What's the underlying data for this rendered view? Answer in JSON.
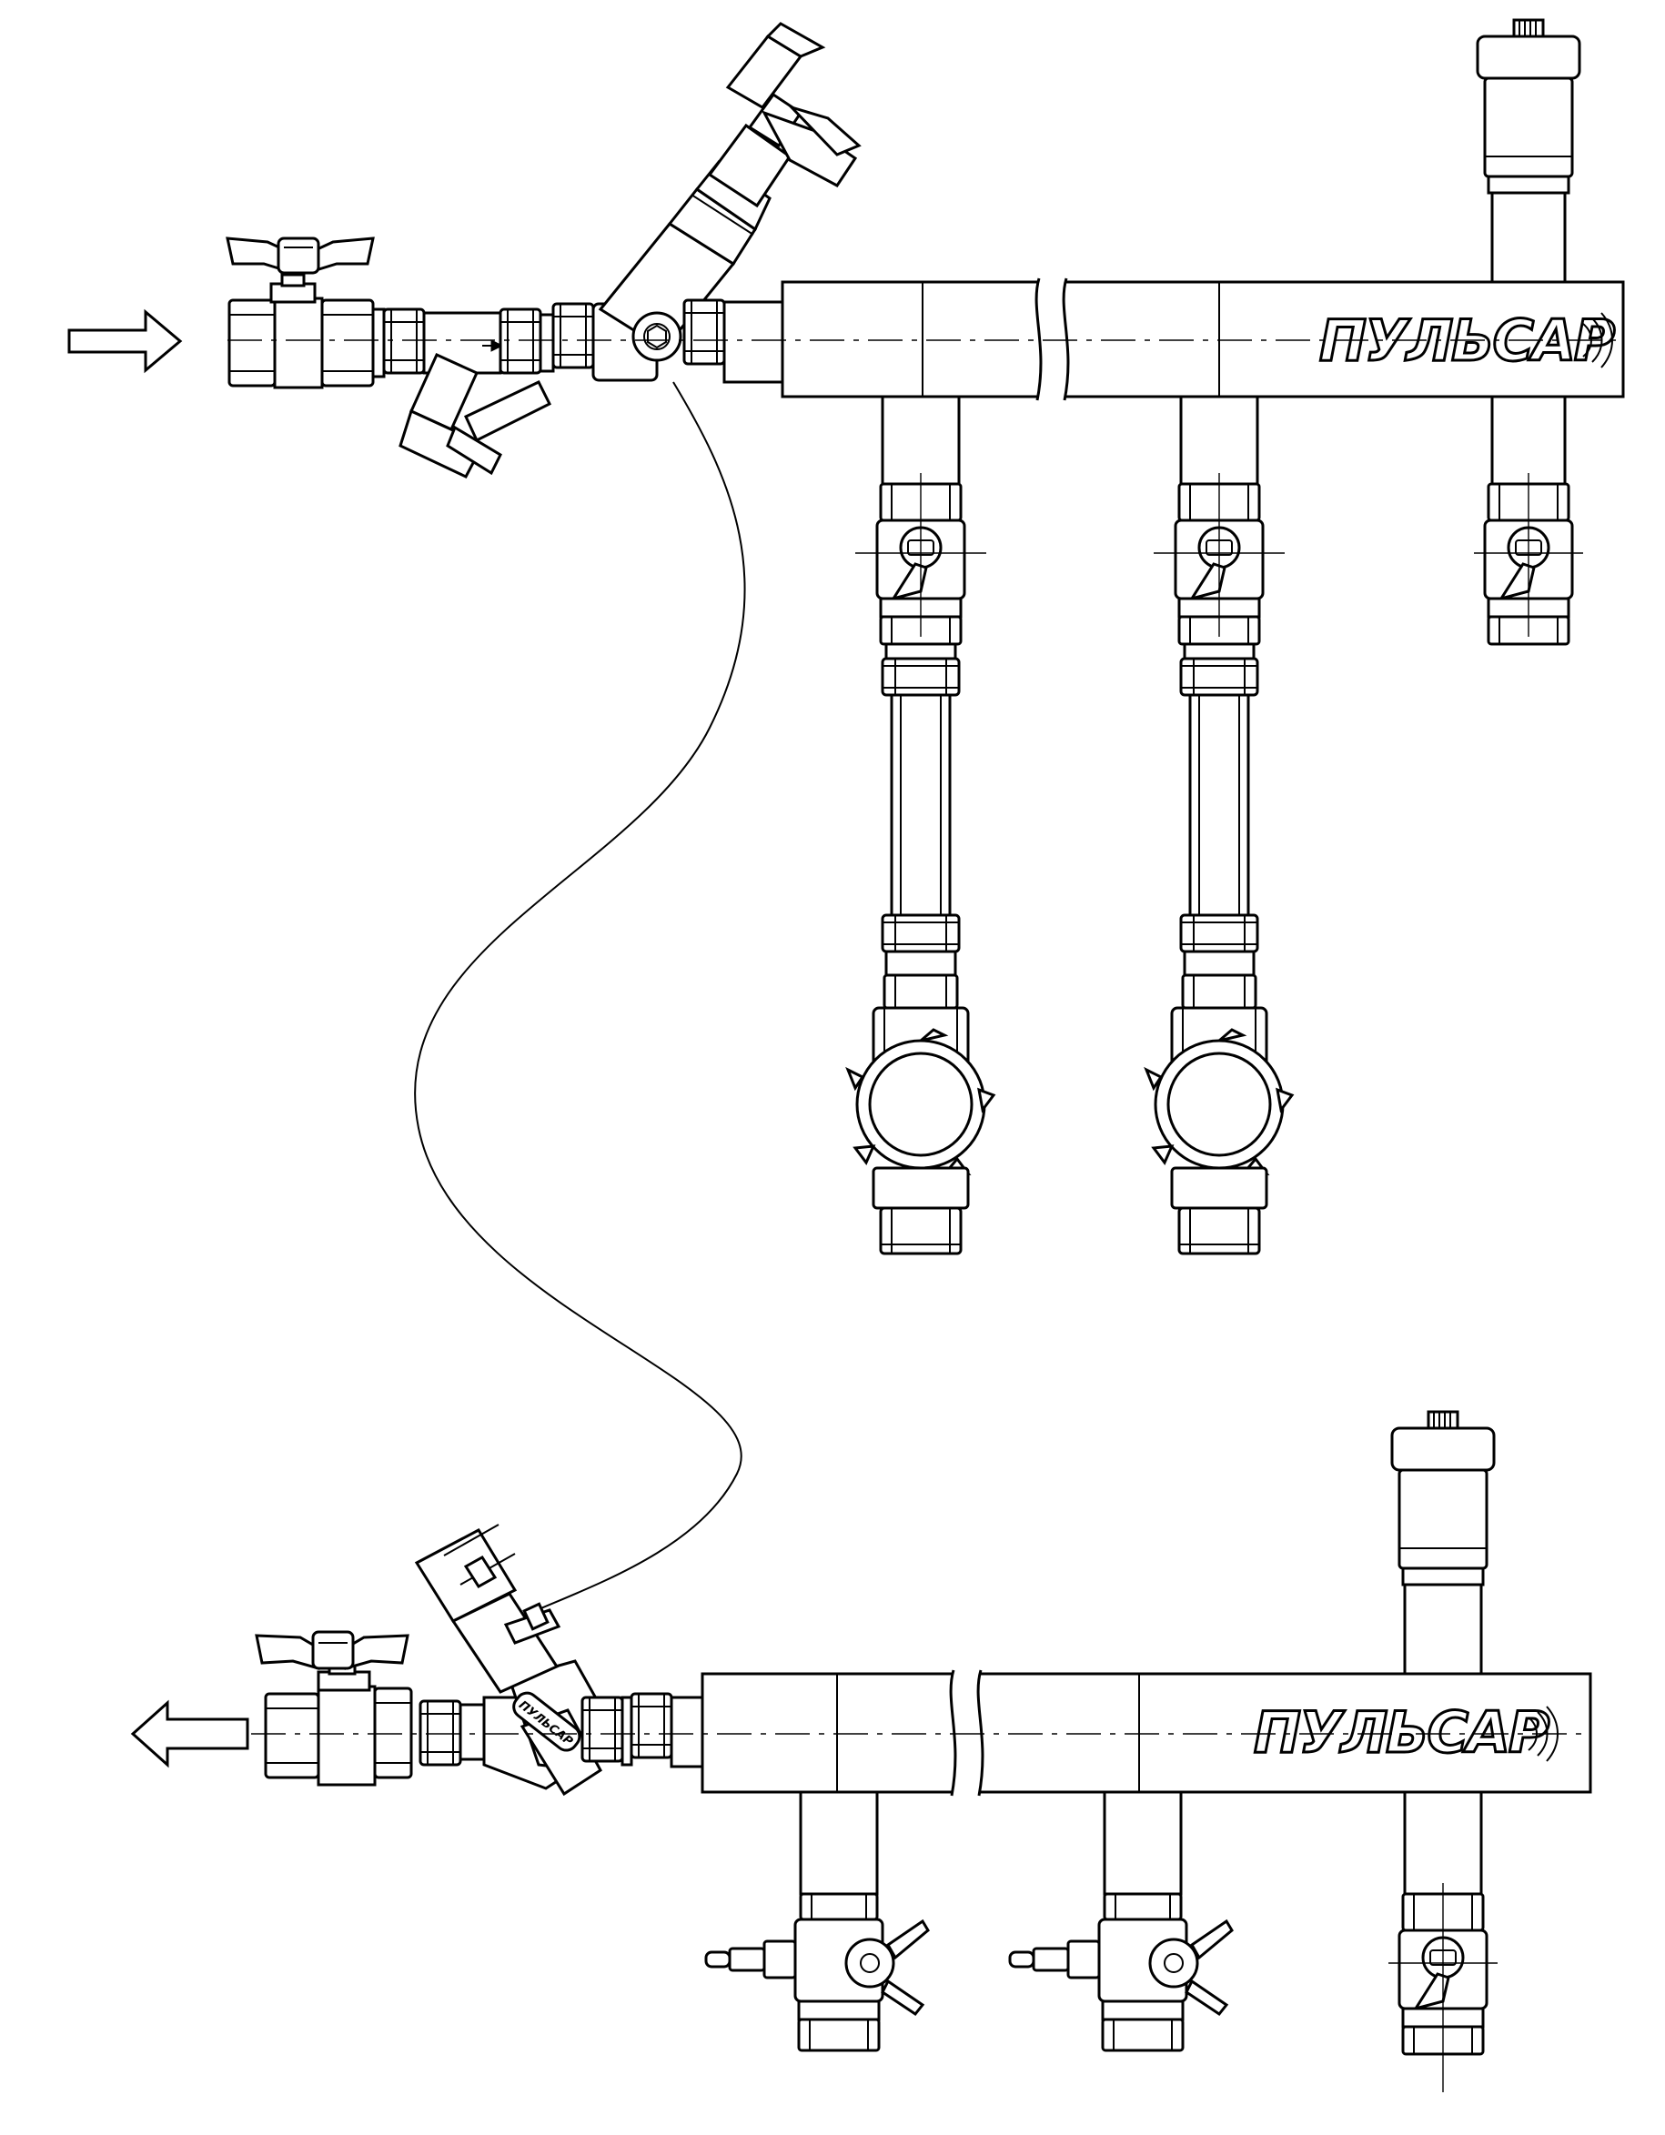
{
  "brand": {
    "logo_text_top": "ПУЛЬСАР",
    "logo_text_bottom": "ПУЛЬСАР",
    "logo_text_valve": "ПУЛЬСАР"
  },
  "flow": {
    "inlet_arrow_icon": "arrow-right-outline-icon",
    "outlet_arrow_icon": "arrow-left-outline-icon"
  },
  "colors": {
    "line": "#000000",
    "background": "#ffffff"
  }
}
